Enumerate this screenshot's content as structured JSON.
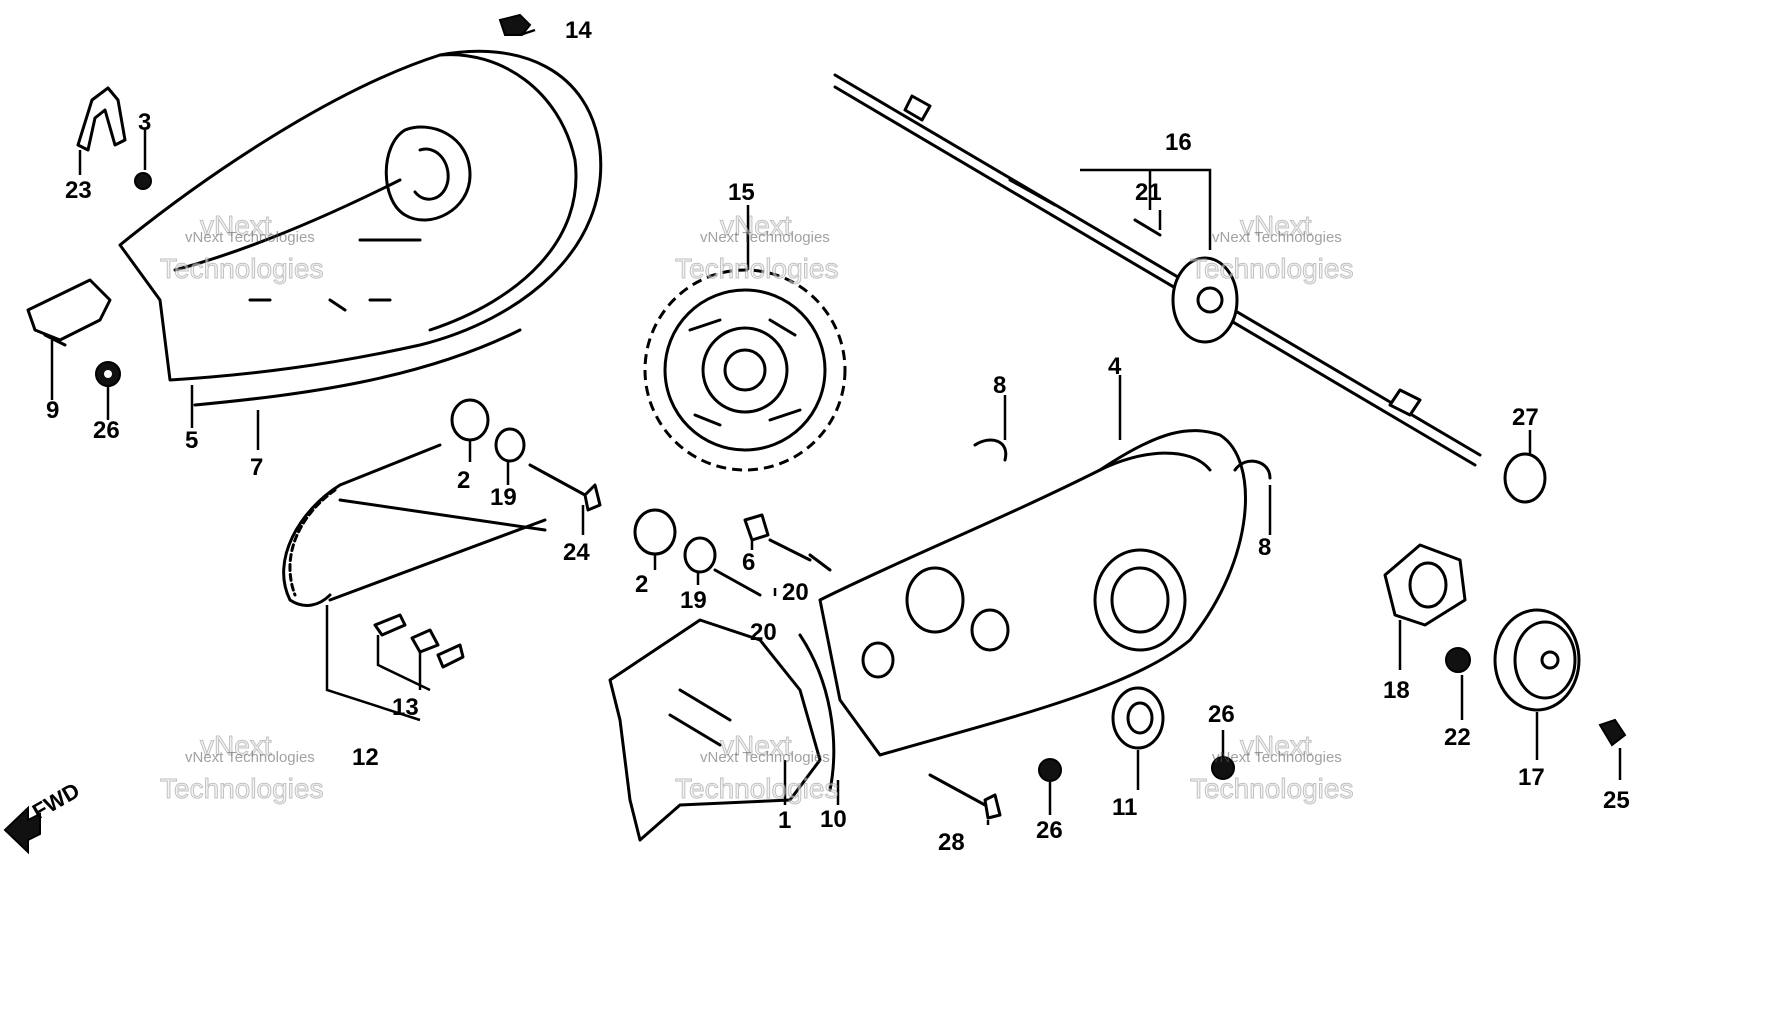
{
  "diagram": {
    "direction_label": "FWD",
    "watermark": {
      "line1": "vNext",
      "line2": "vNext Technologies",
      "line3": "Technologies"
    },
    "callouts": {
      "c1": "1",
      "c2a": "2",
      "c2b": "2",
      "c3": "3",
      "c4": "4",
      "c5": "5",
      "c6": "6",
      "c7": "7",
      "c8a": "8",
      "c8b": "8",
      "c9": "9",
      "c10": "10",
      "c11": "11",
      "c12": "12",
      "c13": "13",
      "c14": "14",
      "c15": "15",
      "c16": "16",
      "c17": "17",
      "c18": "18",
      "c19a": "19",
      "c19b": "19",
      "c20a": "20",
      "c20b": "20",
      "c21": "21",
      "c22": "22",
      "c23": "23",
      "c24": "24",
      "c25": "25",
      "c26a": "26",
      "c26b": "26",
      "c26c": "26",
      "c27": "27",
      "c28": "28"
    }
  }
}
